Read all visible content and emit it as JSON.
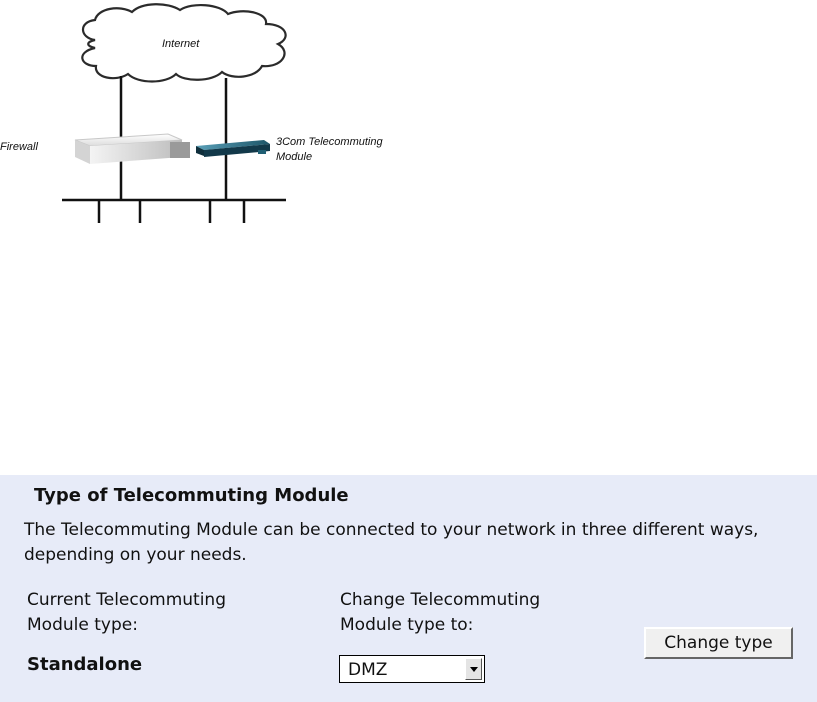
{
  "diagram": {
    "internet_label": "Internet",
    "firewall_label": "Firewall",
    "module_label_line1": "3Com Telecommuting",
    "module_label_line2": "Module"
  },
  "panel": {
    "title": "Type of Telecommuting Module",
    "description": "The Telecommuting Module can be connected to your network in three different ways, depending on your needs.",
    "current_label_line1": "Current Telecommuting",
    "current_label_line2": "Module type:",
    "current_value": "Standalone",
    "change_label_line1": "Change Telecommuting",
    "change_label_line2": "Module type to:",
    "selected_type": "DMZ",
    "change_button": "Change type"
  },
  "colors": {
    "panel_background": "#e7ebf8",
    "module_device": "#1b4a5c"
  }
}
